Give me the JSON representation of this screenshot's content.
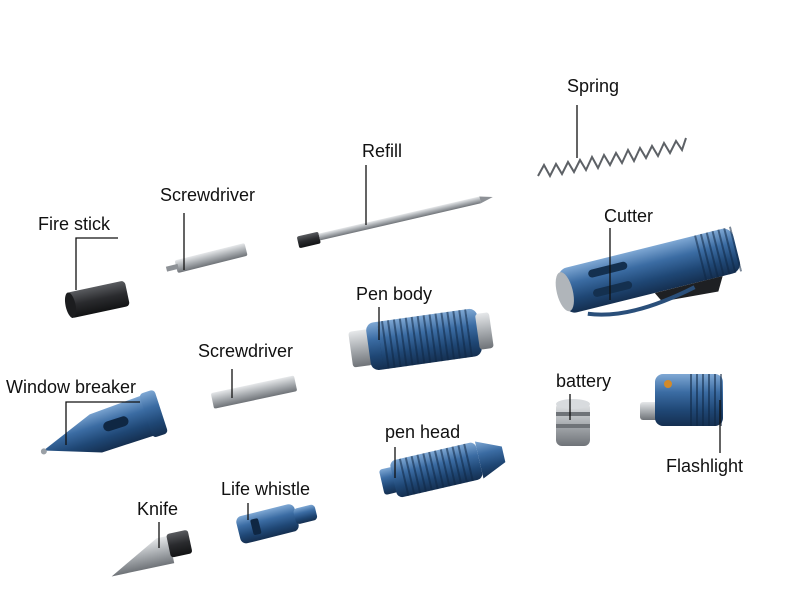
{
  "labels": {
    "spring": "Spring",
    "refill": "Refill",
    "screwdriver_top": "Screwdriver",
    "fire_stick": "Fire stick",
    "cutter": "Cutter",
    "pen_body": "Pen body",
    "screwdriver_mid": "Screwdriver",
    "window_breaker": "Window breaker",
    "battery": "battery",
    "pen_head": "pen head",
    "flashlight": "Flashlight",
    "knife": "Knife",
    "life_whistle": "Life whistle"
  },
  "colors": {
    "anodized_blue": "#2e5d92",
    "blue_light": "#6f9ccc",
    "blue_dark": "#15304f",
    "steel": "#b9bcbf",
    "steel_dark": "#6d7075",
    "black_part": "#2a2b2e",
    "leader_line": "#111111"
  }
}
